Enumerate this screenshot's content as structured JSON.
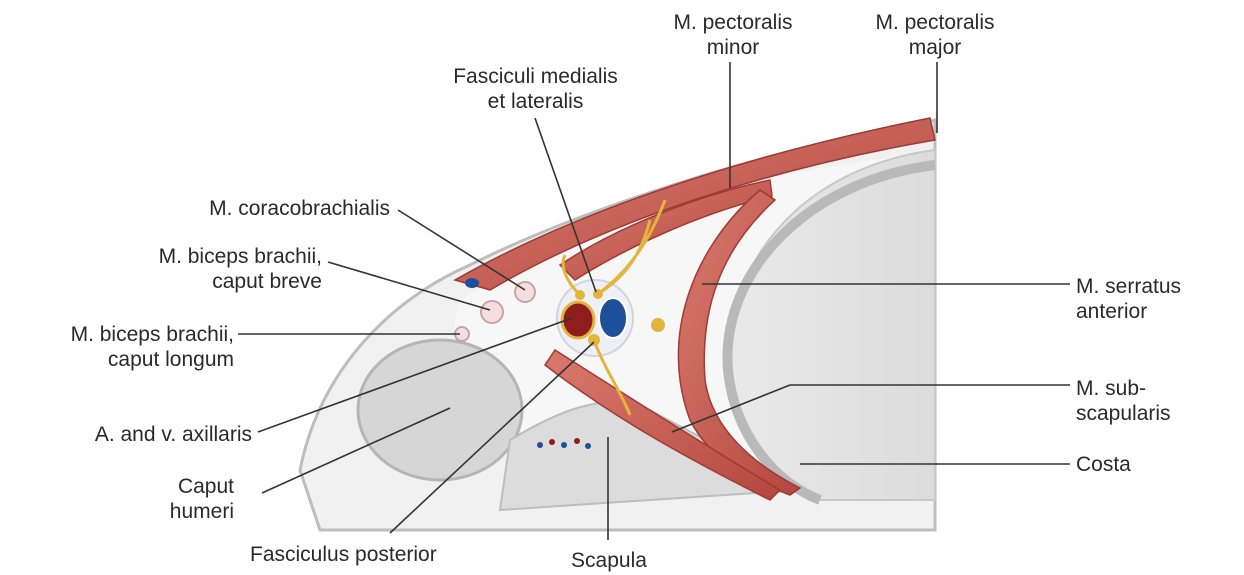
{
  "diagram": {
    "labels": {
      "pectoralis_minor": [
        "M. pectoralis",
        "minor"
      ],
      "pectoralis_major": [
        "M. pectoralis",
        "major"
      ],
      "fasciculi_medialis": [
        "Fasciculi medialis",
        "et lateralis"
      ],
      "coracobrachialis": [
        "M. coracobrachialis"
      ],
      "biceps_breve": [
        "M. biceps brachii,",
        "caput breve"
      ],
      "biceps_longum": [
        "M. biceps brachii,",
        "caput longum"
      ],
      "axillaris": [
        "A. and v. axillaris"
      ],
      "caput_humeri": [
        "Caput",
        "humeri"
      ],
      "fasciculus_posterior": [
        "Fasciculus posterior"
      ],
      "scapula": [
        "Scapula"
      ],
      "serratus_anterior": [
        "M. serratus",
        "anterior"
      ],
      "subscapularis": [
        "M. sub-",
        "scapularis"
      ],
      "costa": [
        "Costa"
      ]
    },
    "colors": {
      "muscle": "#c0574f",
      "muscle_light": "#d9877a",
      "nerve": "#e3b53c",
      "artery": "#9b1f1f",
      "vein": "#1d4f9a",
      "bone": "#d4d4d4",
      "fat": "#ececec",
      "leader": "#333333"
    }
  }
}
